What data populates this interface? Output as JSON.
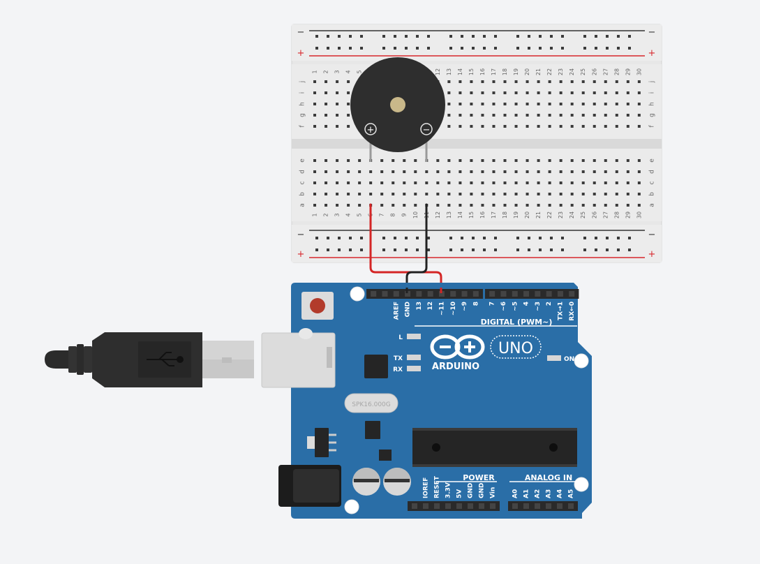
{
  "breadboard": {
    "columns": [
      "1",
      "2",
      "3",
      "4",
      "5",
      "6",
      "7",
      "8",
      "9",
      "10",
      "11",
      "12",
      "13",
      "14",
      "15",
      "16",
      "17",
      "18",
      "19",
      "20",
      "21",
      "22",
      "23",
      "24",
      "25",
      "26",
      "27",
      "28",
      "29",
      "30"
    ],
    "rows_top": [
      "j",
      "i",
      "h",
      "g",
      "f"
    ],
    "rows_bottom": [
      "e",
      "d",
      "c",
      "b",
      "a"
    ],
    "rail_minus": "−",
    "rail_plus": "+"
  },
  "buzzer": {
    "plus_symbol": "+",
    "minus_symbol": "−"
  },
  "board": {
    "brand": "ARDUINO",
    "model": "UNO",
    "on_label": "ON",
    "led_labels": [
      "L",
      "TX",
      "RX"
    ],
    "crystal_label": "SPK16.000G",
    "digital_header_left": [
      "AREF",
      "GND",
      "13",
      "12",
      "~11",
      "~10",
      "~9",
      "8"
    ],
    "digital_header_right": [
      "7",
      "~6",
      "~5",
      "4",
      "~3",
      "2",
      "TX→1",
      "RX←0"
    ],
    "digital_title": "DIGITAL (PWM~)",
    "power_title": "POWER",
    "power_pins": [
      "IOREF",
      "RESET",
      "3.3V",
      "5V",
      "GND",
      "GND",
      "Vin"
    ],
    "analog_title": "ANALOG IN",
    "analog_pins": [
      "A0",
      "A1",
      "A2",
      "A3",
      "A4",
      "A5"
    ]
  },
  "colors": {
    "board_blue": "#2a6ea7",
    "board_dark": "#1f5687",
    "wire_red": "#d42626",
    "wire_black": "#222222",
    "breadboard": "#e7e7e7",
    "rail_red": "#d7262b",
    "rail_dark": "#333333",
    "buzzer_body": "#2e2e2e",
    "buzzer_center": "#c9b88a"
  }
}
